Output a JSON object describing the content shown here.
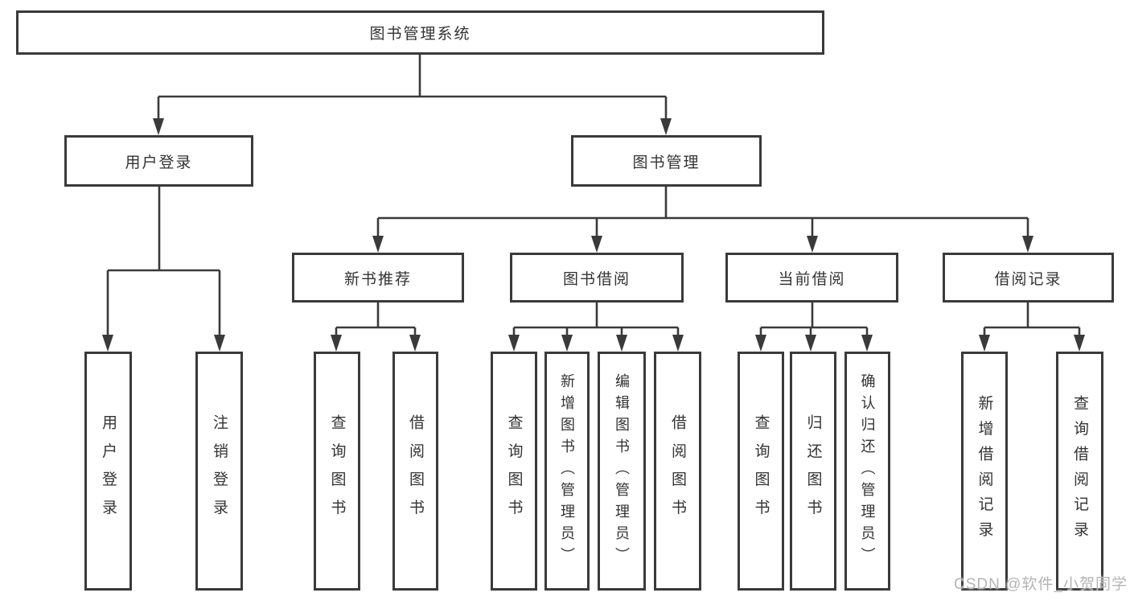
{
  "colors": {
    "background": "#ffffff",
    "line": "#3a3a3a",
    "box_border": "#3a3a3a",
    "text": "#333333",
    "watermark": "#b4b4b4"
  },
  "watermark": {
    "text": "CSDN @软件_小贺同学"
  },
  "tree": {
    "label": "图书管理系统",
    "children": [
      {
        "label": "用户登录",
        "children": [
          {
            "label": "用户登录"
          },
          {
            "label": "注销登录"
          }
        ]
      },
      {
        "label": "图书管理",
        "children": [
          {
            "label": "新书推荐",
            "children": [
              {
                "label": "查询图书"
              },
              {
                "label": "借阅图书"
              }
            ]
          },
          {
            "label": "图书借阅",
            "children": [
              {
                "label": "查询图书"
              },
              {
                "label": "新增图书（管理员）"
              },
              {
                "label": "编辑图书（管理员）"
              },
              {
                "label": "借阅图书"
              }
            ]
          },
          {
            "label": "当前借阅",
            "children": [
              {
                "label": "查询图书"
              },
              {
                "label": "归还图书"
              },
              {
                "label": "确认归还（管理员）"
              }
            ]
          },
          {
            "label": "借阅记录",
            "children": [
              {
                "label": "新增借阅记录"
              },
              {
                "label": "查询借阅记录"
              }
            ]
          }
        ]
      }
    ]
  }
}
